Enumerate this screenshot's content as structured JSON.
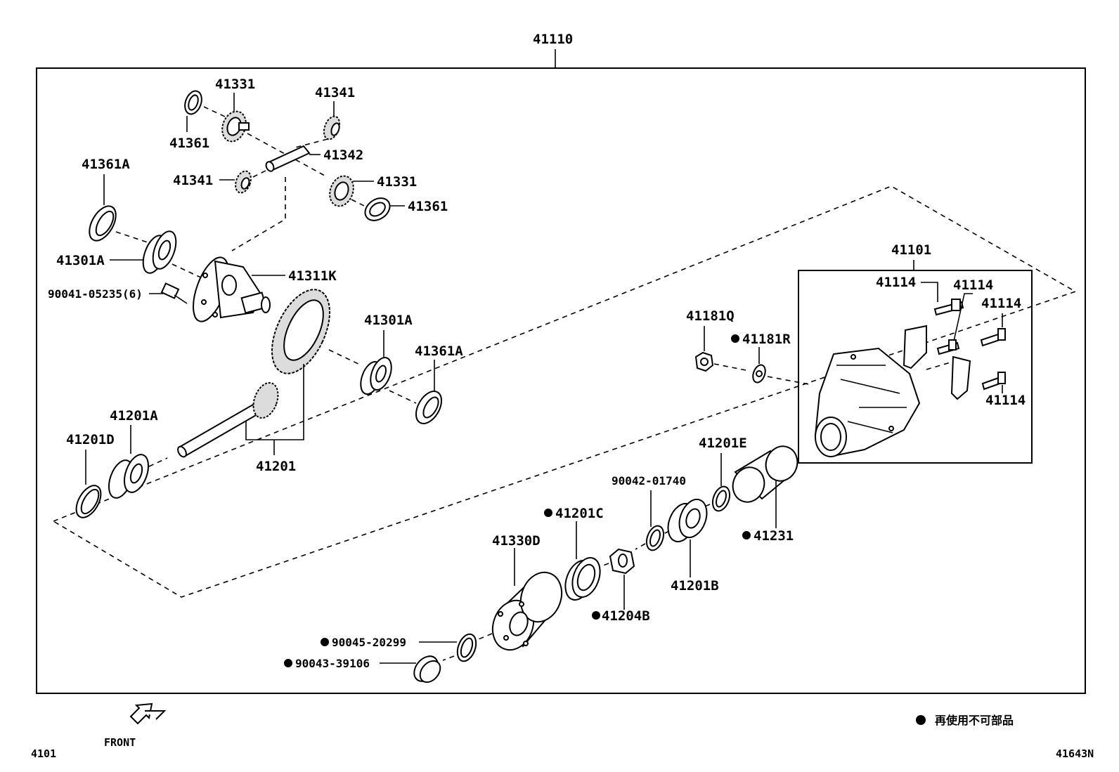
{
  "diagram": {
    "assembly_number": "41110",
    "legend_note": "再使用不可部品",
    "front_label": "FRONT",
    "figure_number": "4101",
    "illustration_code": "41643N",
    "callouts": {
      "c41331_top": "41331",
      "c41341_top": "41341",
      "c41361_top": "41361",
      "c41342": "41342",
      "c41341_left": "41341",
      "c41331_mid": "41331",
      "c41361_mid": "41361",
      "c41361A_top": "41361A",
      "c41301A_left": "41301A",
      "c41311K": "41311K",
      "c90041": "90041-05235(6)",
      "c41301A_right": "41301A",
      "c41361A_right": "41361A",
      "c41201A": "41201A",
      "c41201D": "41201D",
      "c41201": "41201",
      "c41101": "41101",
      "c41114_a": "41114",
      "c41114_b": "41114",
      "c41114_c": "41114",
      "c41114_d": "41114",
      "c41181Q": "41181Q",
      "c41181R": "41181R",
      "c41201E": "41201E",
      "c90042": "90042-01740",
      "c41201C": "41201C",
      "c41231": "41231",
      "c41330D": "41330D",
      "c41201B": "41201B",
      "c41204B": "41204B",
      "c90045": "90045-20299",
      "c90043": "90043-39106"
    }
  }
}
